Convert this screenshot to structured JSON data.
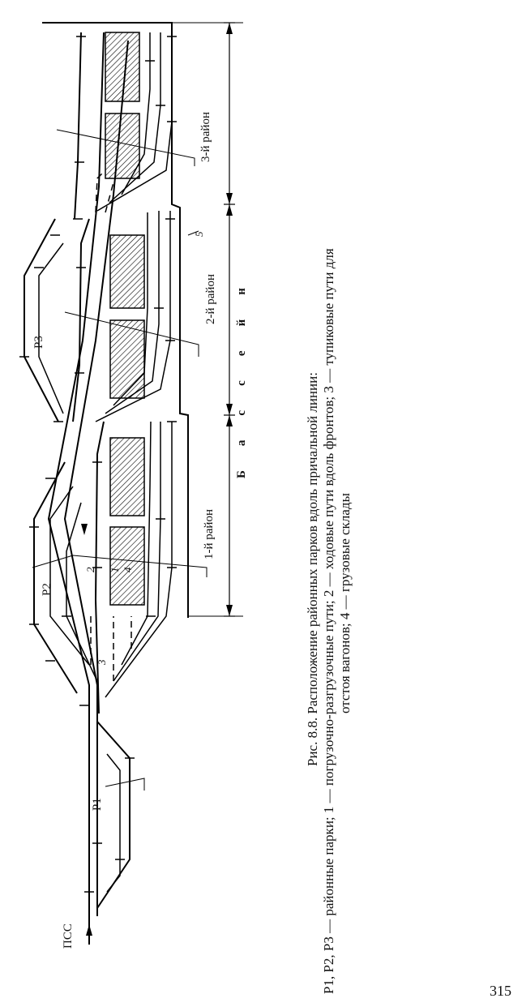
{
  "figure": {
    "title": "Рис. 8.8. Расположение районных парков вдоль причальной линии:",
    "legend_line1": "Р1, Р2, Р3 — районные парки; 1 — погрузочно-разгрузочные пути; 2 — ходовые пути вдоль фронтов; 3 — тупиковые пути для",
    "legend_line2": "отстоя вагонов; 4 — грузовые склады"
  },
  "diagram": {
    "station": "ПСС",
    "basin": "Бассейн",
    "districts": [
      "1-й район",
      "2-й район",
      "3-й район"
    ],
    "parks": [
      "Р1",
      "Р2",
      "Р3"
    ],
    "track_labels": {
      "loading": "1",
      "running": "2",
      "dead_end": "3",
      "warehouse": "4",
      "berth": "5"
    }
  },
  "page": {
    "number": "315"
  }
}
